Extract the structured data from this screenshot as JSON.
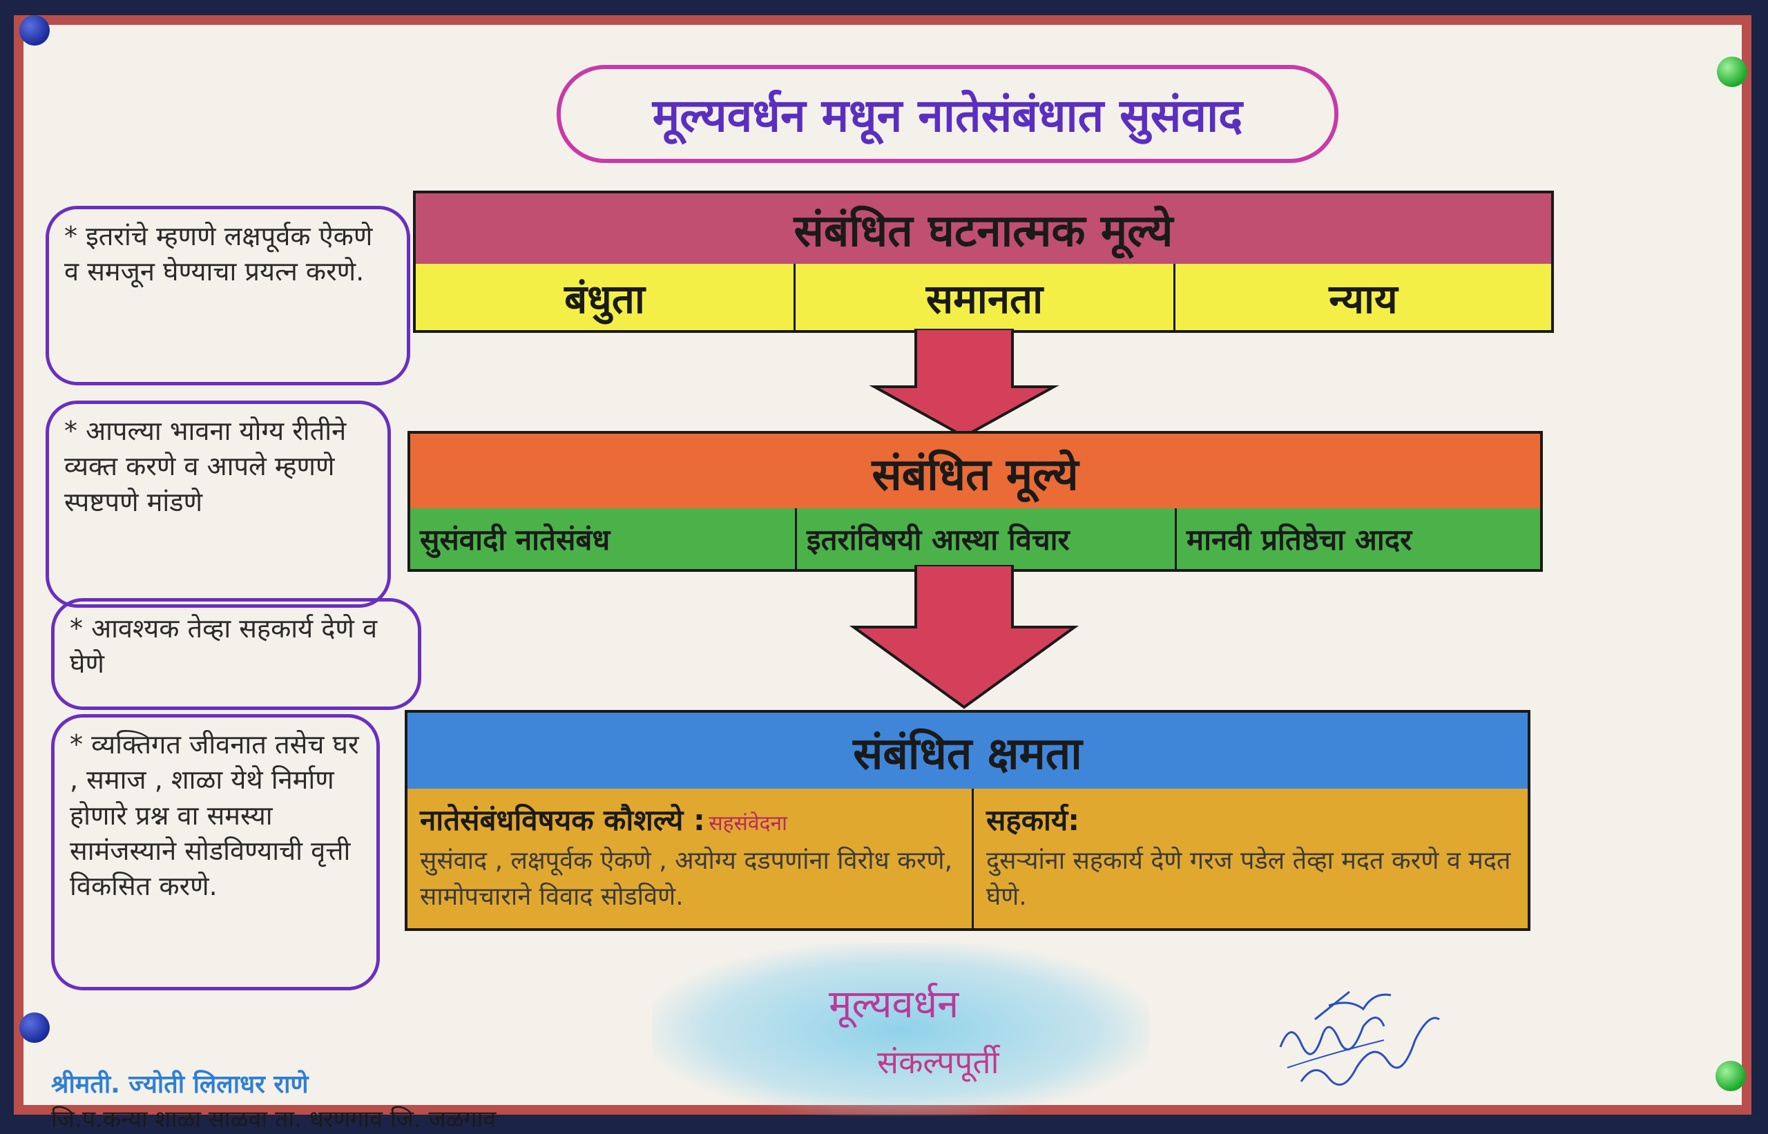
{
  "poster": {
    "title": "मूल्यवर्धन मधून नातेसंबंधात सुसंवाद",
    "bands": [
      {
        "heading": "संबंधित घटनात्मक मूल्ये",
        "cells": [
          "बंधुता",
          "समानता",
          "न्याय"
        ]
      },
      {
        "heading": "संबंधित मूल्ये",
        "cells": [
          "सुसंवादी नातेसंबंध",
          "इतरांविषयी आस्था विचार",
          "मानवी प्रतिष्ठेचा आदर"
        ]
      },
      {
        "heading": "संबंधित क्षमता",
        "cells": [
          {
            "title": "नातेसंबंधविषयक कौशल्ये :",
            "title_small": "सहसंवेदना",
            "text": "सुसंवाद , लक्षपूर्वक ऐकणे , अयोग्य दडपणांना विरोध करणे, सामोपचाराने विवाद सोडविणे."
          },
          {
            "title": "सहकार्य:",
            "title_small": "",
            "text": "दुसऱ्यांना सहकार्य देणे गरज पडेल तेव्हा मदत करणे व मदत घेणे."
          }
        ]
      }
    ],
    "bubbles": [
      "* इतरांचे म्हणणे लक्षपूर्वक ऐकणे व समजून घेण्याचा प्रयत्न करणे.",
      "* आपल्या भावना योग्य रीतीने व्यक्त करणे व आपले म्हणणे स्पष्टपणे मांडणे",
      "* आवश्यक तेव्हा सहकार्य देणे व घेणे",
      "* व्यक्तिगत जीवनात तसेच घर , समाज , शाळा येथे निर्माण होणारे प्रश्न वा समस्या सामंजस्याने सोडविण्याची वृत्ती विकसित करणे."
    ],
    "center_brand": "मूल्यवर्धन",
    "center_tagline": "संकल्पपूर्ती",
    "author_name": "श्रीमती. ज्योती लिलाधर राणे",
    "author_school": "जि.प.कन्या शाळा साळवा ता. धरणगाव जि. जळगाव"
  },
  "colors": {
    "board": "#1b2346",
    "paper": "#f4f1ea",
    "frame": "#b94e4a",
    "band1_head": "#c04f72",
    "band1_row": "#f3ef46",
    "band2_head": "#ea6b35",
    "band2_row": "#4bb24a",
    "band3_head": "#3f86d9",
    "band3_row": "#e1a830",
    "arrow": "#d4405a",
    "bubble_outline": "#6a2fc0"
  }
}
